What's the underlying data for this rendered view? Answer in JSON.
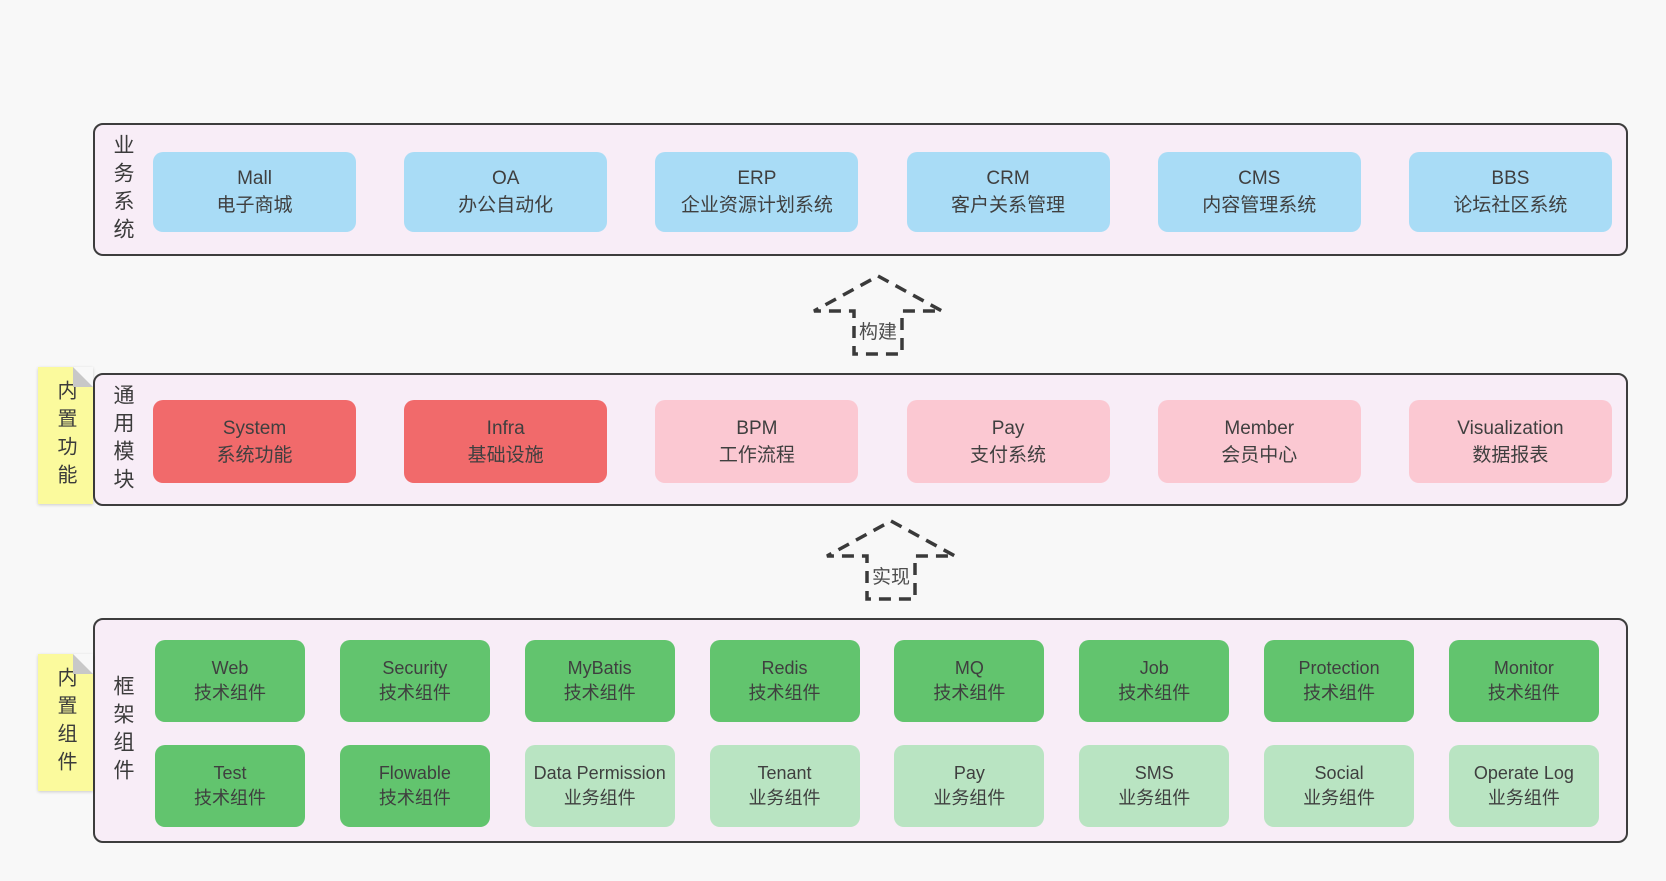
{
  "colors": {
    "page_bg": "#f8f8f8",
    "band_bg": "#f8edf7",
    "band_border": "#3d3d3d",
    "blue": "#a9dcf6",
    "red": "#f16a6b",
    "pink": "#fbc8d2",
    "green": "#62c46e",
    "light_green": "#b9e4c2",
    "yellow": "#fbfa9d",
    "fold_gray": "#c8c8c8",
    "arrow_stroke": "#3a3a3a",
    "text": "#404040"
  },
  "arrows": [
    {
      "label": "构建"
    },
    {
      "label": "实现"
    }
  ],
  "bands": [
    {
      "id": "business-systems",
      "label": "业务系统",
      "sticky": null,
      "rows": [
        [
          {
            "name": "Mall",
            "desc": "电子商城",
            "type": "blue"
          },
          {
            "name": "OA",
            "desc": "办公自动化",
            "type": "blue"
          },
          {
            "name": "ERP",
            "desc": "企业资源计划系统",
            "type": "blue"
          },
          {
            "name": "CRM",
            "desc": "客户关系管理",
            "type": "blue"
          },
          {
            "name": "CMS",
            "desc": "内容管理系统",
            "type": "blue"
          },
          {
            "name": "BBS",
            "desc": "论坛社区系统",
            "type": "blue"
          }
        ]
      ]
    },
    {
      "id": "common-modules",
      "label": "通用模块",
      "sticky": "内置功能",
      "rows": [
        [
          {
            "name": "System",
            "desc": "系统功能",
            "type": "red"
          },
          {
            "name": "Infra",
            "desc": "基础设施",
            "type": "red"
          },
          {
            "name": "BPM",
            "desc": "工作流程",
            "type": "pink"
          },
          {
            "name": "Pay",
            "desc": "支付系统",
            "type": "pink"
          },
          {
            "name": "Member",
            "desc": "会员中心",
            "type": "pink"
          },
          {
            "name": "Visualization",
            "desc": "数据报表",
            "type": "pink"
          }
        ]
      ]
    },
    {
      "id": "framework-components",
      "label": "框架组件",
      "sticky": "内置组件",
      "rows": [
        [
          {
            "name": "Web",
            "desc": "技术组件",
            "type": "green"
          },
          {
            "name": "Security",
            "desc": "技术组件",
            "type": "green"
          },
          {
            "name": "MyBatis",
            "desc": "技术组件",
            "type": "green"
          },
          {
            "name": "Redis",
            "desc": "技术组件",
            "type": "green"
          },
          {
            "name": "MQ",
            "desc": "技术组件",
            "type": "green"
          },
          {
            "name": "Job",
            "desc": "技术组件",
            "type": "green"
          },
          {
            "name": "Protection",
            "desc": "技术组件",
            "type": "green"
          },
          {
            "name": "Monitor",
            "desc": "技术组件",
            "type": "green"
          }
        ],
        [
          {
            "name": "Test",
            "desc": "技术组件",
            "type": "green"
          },
          {
            "name": "Flowable",
            "desc": "技术组件",
            "type": "green"
          },
          {
            "name": "Data Permission",
            "desc": "业务组件",
            "type": "light_green"
          },
          {
            "name": "Tenant",
            "desc": "业务组件",
            "type": "light_green"
          },
          {
            "name": "Pay",
            "desc": "业务组件",
            "type": "light_green"
          },
          {
            "name": "SMS",
            "desc": "业务组件",
            "type": "light_green"
          },
          {
            "name": "Social",
            "desc": "业务组件",
            "type": "light_green"
          },
          {
            "name": "Operate Log",
            "desc": "业务组件",
            "type": "light_green"
          }
        ]
      ]
    }
  ]
}
